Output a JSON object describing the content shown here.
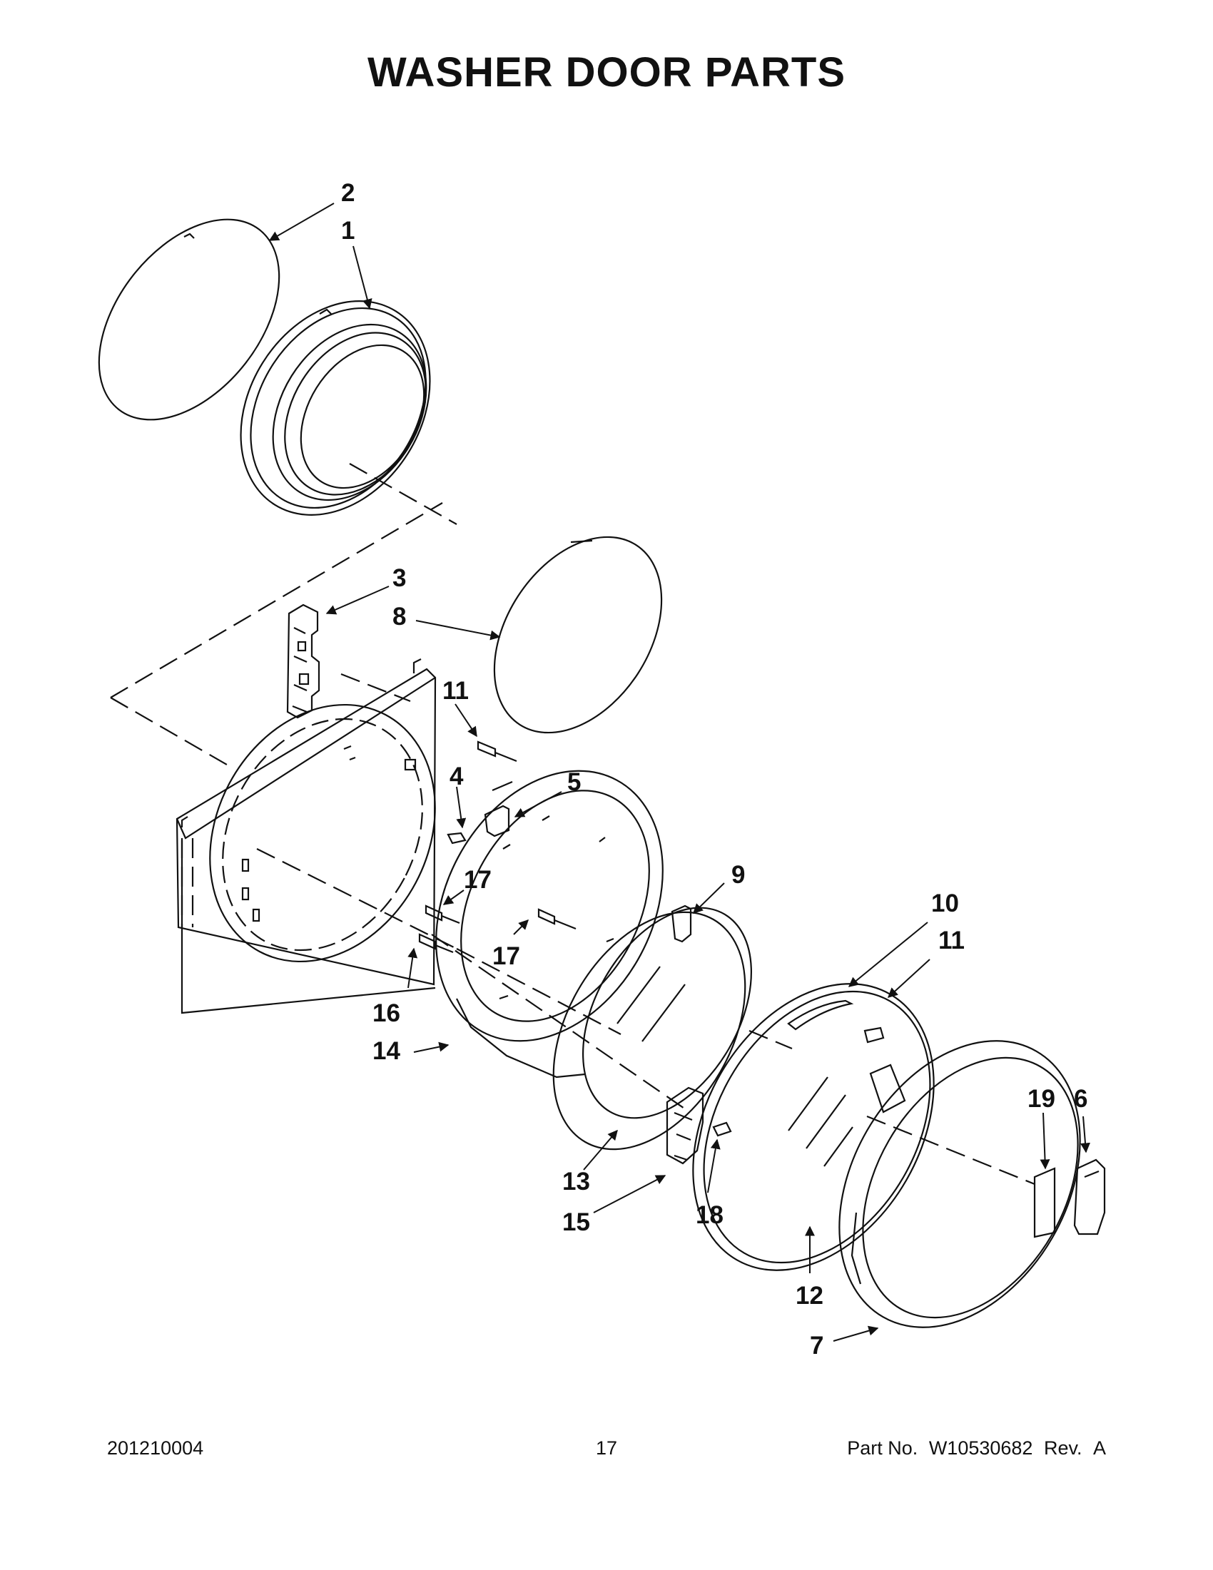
{
  "title": "WASHER DOOR PARTS",
  "callouts": {
    "c1": "1",
    "c2": "2",
    "c3": "3",
    "c4": "4",
    "c5": "5",
    "c6": "6",
    "c7": "7",
    "c8": "8",
    "c9": "9",
    "c10": "10",
    "c11a": "11",
    "c11b": "11",
    "c12": "12",
    "c13": "13",
    "c14": "14",
    "c15": "15",
    "c16": "16",
    "c17a": "17",
    "c17b": "17",
    "c18": "18",
    "c19": "19"
  },
  "footer": {
    "left": "201210004",
    "center": "17",
    "right_label": "Part No.",
    "part_number": "W10530682",
    "rev_label": "Rev.",
    "rev": "A"
  }
}
